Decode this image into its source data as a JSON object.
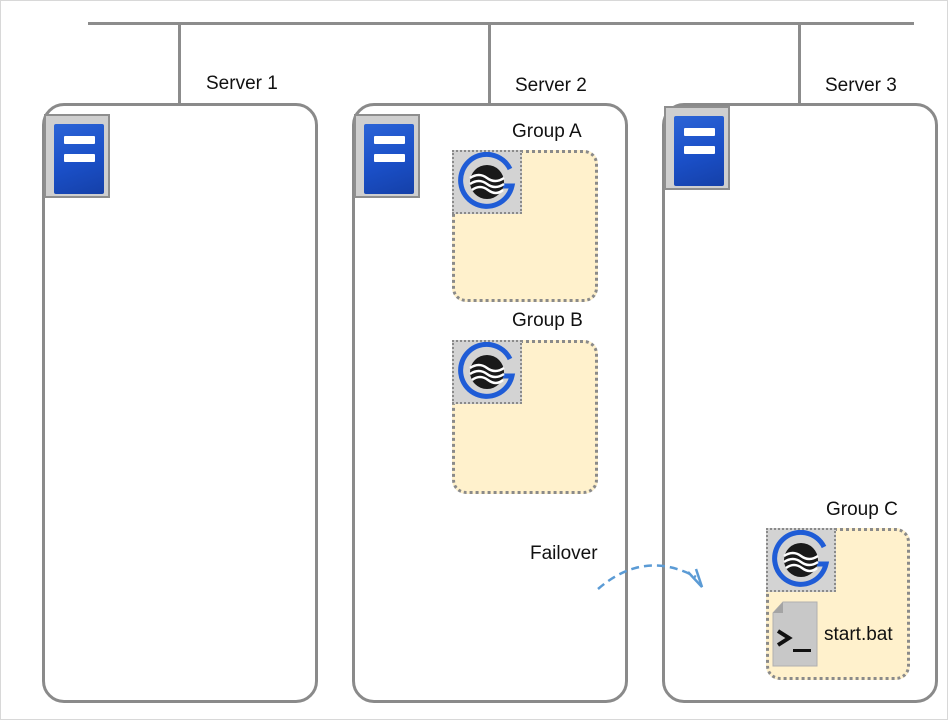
{
  "servers": [
    {
      "label": "Server 1"
    },
    {
      "label": "Server 2"
    },
    {
      "label": "Server 3"
    }
  ],
  "groups": [
    {
      "label": "Group A"
    },
    {
      "label": "Group B"
    },
    {
      "label": "Group C"
    }
  ],
  "failover": {
    "label": "Failover"
  },
  "script_resource": {
    "label": "start.bat"
  },
  "colors": {
    "server_blue": "#1a4fc7",
    "group_fill": "#fff1cc",
    "failover_arrow": "#5b9bd5",
    "border_gray": "#8a8a8a"
  },
  "icons": {
    "server": "server-icon",
    "resource": "cluster-resource-icon",
    "script": "script-file-icon"
  }
}
